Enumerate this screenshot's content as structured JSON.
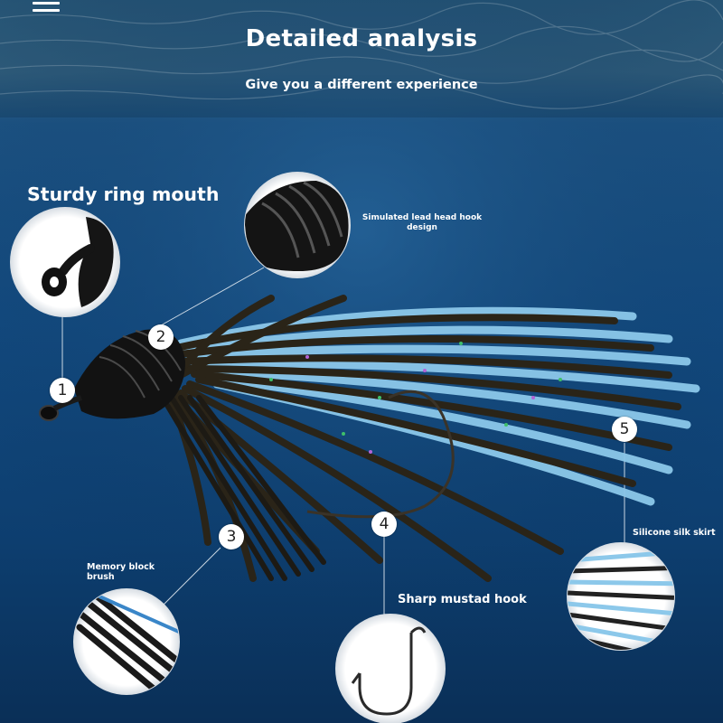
{
  "header": {
    "title": "Detailed analysis",
    "subtitle": "Give you a different experience"
  },
  "features": [
    {
      "number": "1",
      "label": "Sturdy ring mouth"
    },
    {
      "number": "2",
      "label": "Simulated lead head hook design"
    },
    {
      "number": "3",
      "label": "Memory block brush"
    },
    {
      "number": "4",
      "label": "Sharp mustad hook"
    },
    {
      "number": "5",
      "label": "Silicone silk skirt"
    }
  ],
  "icons": {
    "menu": "menu-icon"
  },
  "colors": {
    "water_top": "#2c5f86",
    "water_deep": "#0a2f57",
    "skirt_dark": "#2a2418",
    "skirt_blue": "#8cc8ea",
    "label_text": "#ffffff"
  }
}
